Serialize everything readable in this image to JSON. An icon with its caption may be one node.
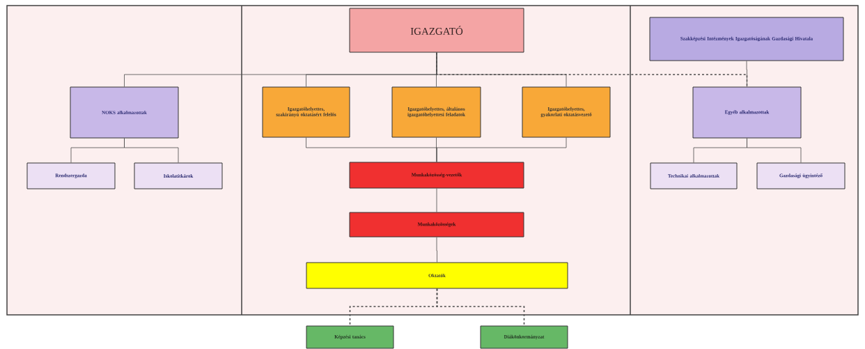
{
  "diagram": {
    "nodes": [
      {
        "text": [
          "IGAZGATÓ"
        ]
      },
      {
        "text": [
          "Szakképzési Intézmények Igazgatóságának Gazdasági Hivatala"
        ]
      },
      {
        "text": [
          "NOKS alkalmazottak"
        ]
      },
      {
        "text": [
          "Igazgatóhelyettes, szakirányú oktatásért felelős"
        ]
      },
      {
        "text": [
          "Igazgatóhelyettes, általános igazgatóhelyettesi feladatok"
        ]
      },
      {
        "text": [
          "Igazgatóhelyettes, gyakorlati oktatásvezető"
        ]
      },
      {
        "text": [
          "Egyéb alkalmazottak"
        ]
      },
      {
        "text": [
          "Rendszergazda"
        ]
      },
      {
        "text": [
          "Iskolatitkárok"
        ]
      },
      {
        "text": [
          "Munkaközösség-vezetők"
        ]
      },
      {
        "text": [
          "Technikai alkalmazottak"
        ]
      },
      {
        "text": [
          "Gazdasági ügyintéző"
        ]
      },
      {
        "text": [
          "Munkaközösségek"
        ]
      },
      {
        "text": [
          "Oktatók"
        ]
      },
      {
        "text": [
          "Képzési tanács"
        ]
      },
      {
        "text": [
          "Diákönkormányzat"
        ]
      }
    ],
    "edges": [
      {
        "from": 0,
        "to": 2,
        "arrow": "none"
      },
      {
        "from": 0,
        "to": 3,
        "arrow": "none"
      },
      {
        "from": 0,
        "to": 4,
        "arrow": "none"
      },
      {
        "from": 0,
        "to": 5,
        "arrow": "none"
      },
      {
        "from": 0,
        "to": 6,
        "arrow": "none",
        "style": "dashed"
      },
      {
        "from": 1,
        "to": 6,
        "arrow": "none"
      },
      {
        "from": 2,
        "to": 7,
        "arrow": "none"
      },
      {
        "from": 2,
        "to": 8,
        "arrow": "none"
      },
      {
        "from": 6,
        "to": 10,
        "arrow": "none"
      },
      {
        "from": 6,
        "to": 11,
        "arrow": "none"
      },
      {
        "from": 3,
        "to": 9,
        "arrow": "none"
      },
      {
        "from": 4,
        "to": 9,
        "arrow": "none"
      },
      {
        "from": 5,
        "to": 9,
        "arrow": "none"
      },
      {
        "from": 9,
        "to": 12,
        "arrow": "none"
      },
      {
        "from": 12,
        "to": 13,
        "arrow": "none"
      },
      {
        "from": 13,
        "to": 14,
        "arrow": "none",
        "style": "dashed"
      },
      {
        "from": 13,
        "to": 15,
        "arrow": "none",
        "style": "dashed"
      }
    ]
  }
}
